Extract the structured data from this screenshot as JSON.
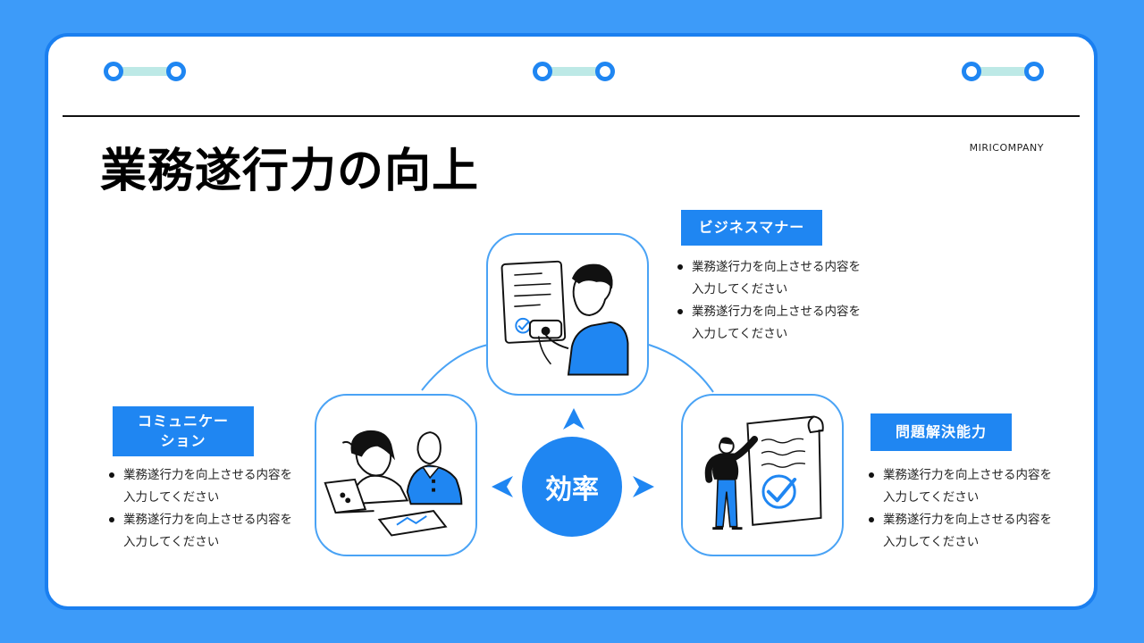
{
  "slide": {
    "title": "業務遂行力の向上",
    "company": "MIRICOMPANY"
  },
  "center": {
    "label": "効率"
  },
  "sections": [
    {
      "label": "ビジネスマナー",
      "bullets": [
        "業務遂行力を向上させる内容を入力してください",
        "業務遂行力を向上させる内容を入力してください"
      ]
    },
    {
      "label": "コミュニケーション",
      "bullets": [
        "業務遂行力を向上させる内容を入力してください",
        "業務遂行力を向上させる内容を入力してください"
      ]
    },
    {
      "label": "問題解決能力",
      "bullets": [
        "業務遂行力を向上させる内容を入力してください",
        "業務遂行力を向上させる内容を入力してください"
      ]
    }
  ],
  "colors": {
    "background": "#3d9bf9",
    "accent": "#1f86f2",
    "ring_bar": "#bde9e6"
  },
  "icons": {
    "top_tile": "signing-document-illustration",
    "left_tile": "two-people-laptop-illustration",
    "right_tile": "checklist-presentation-illustration"
  }
}
